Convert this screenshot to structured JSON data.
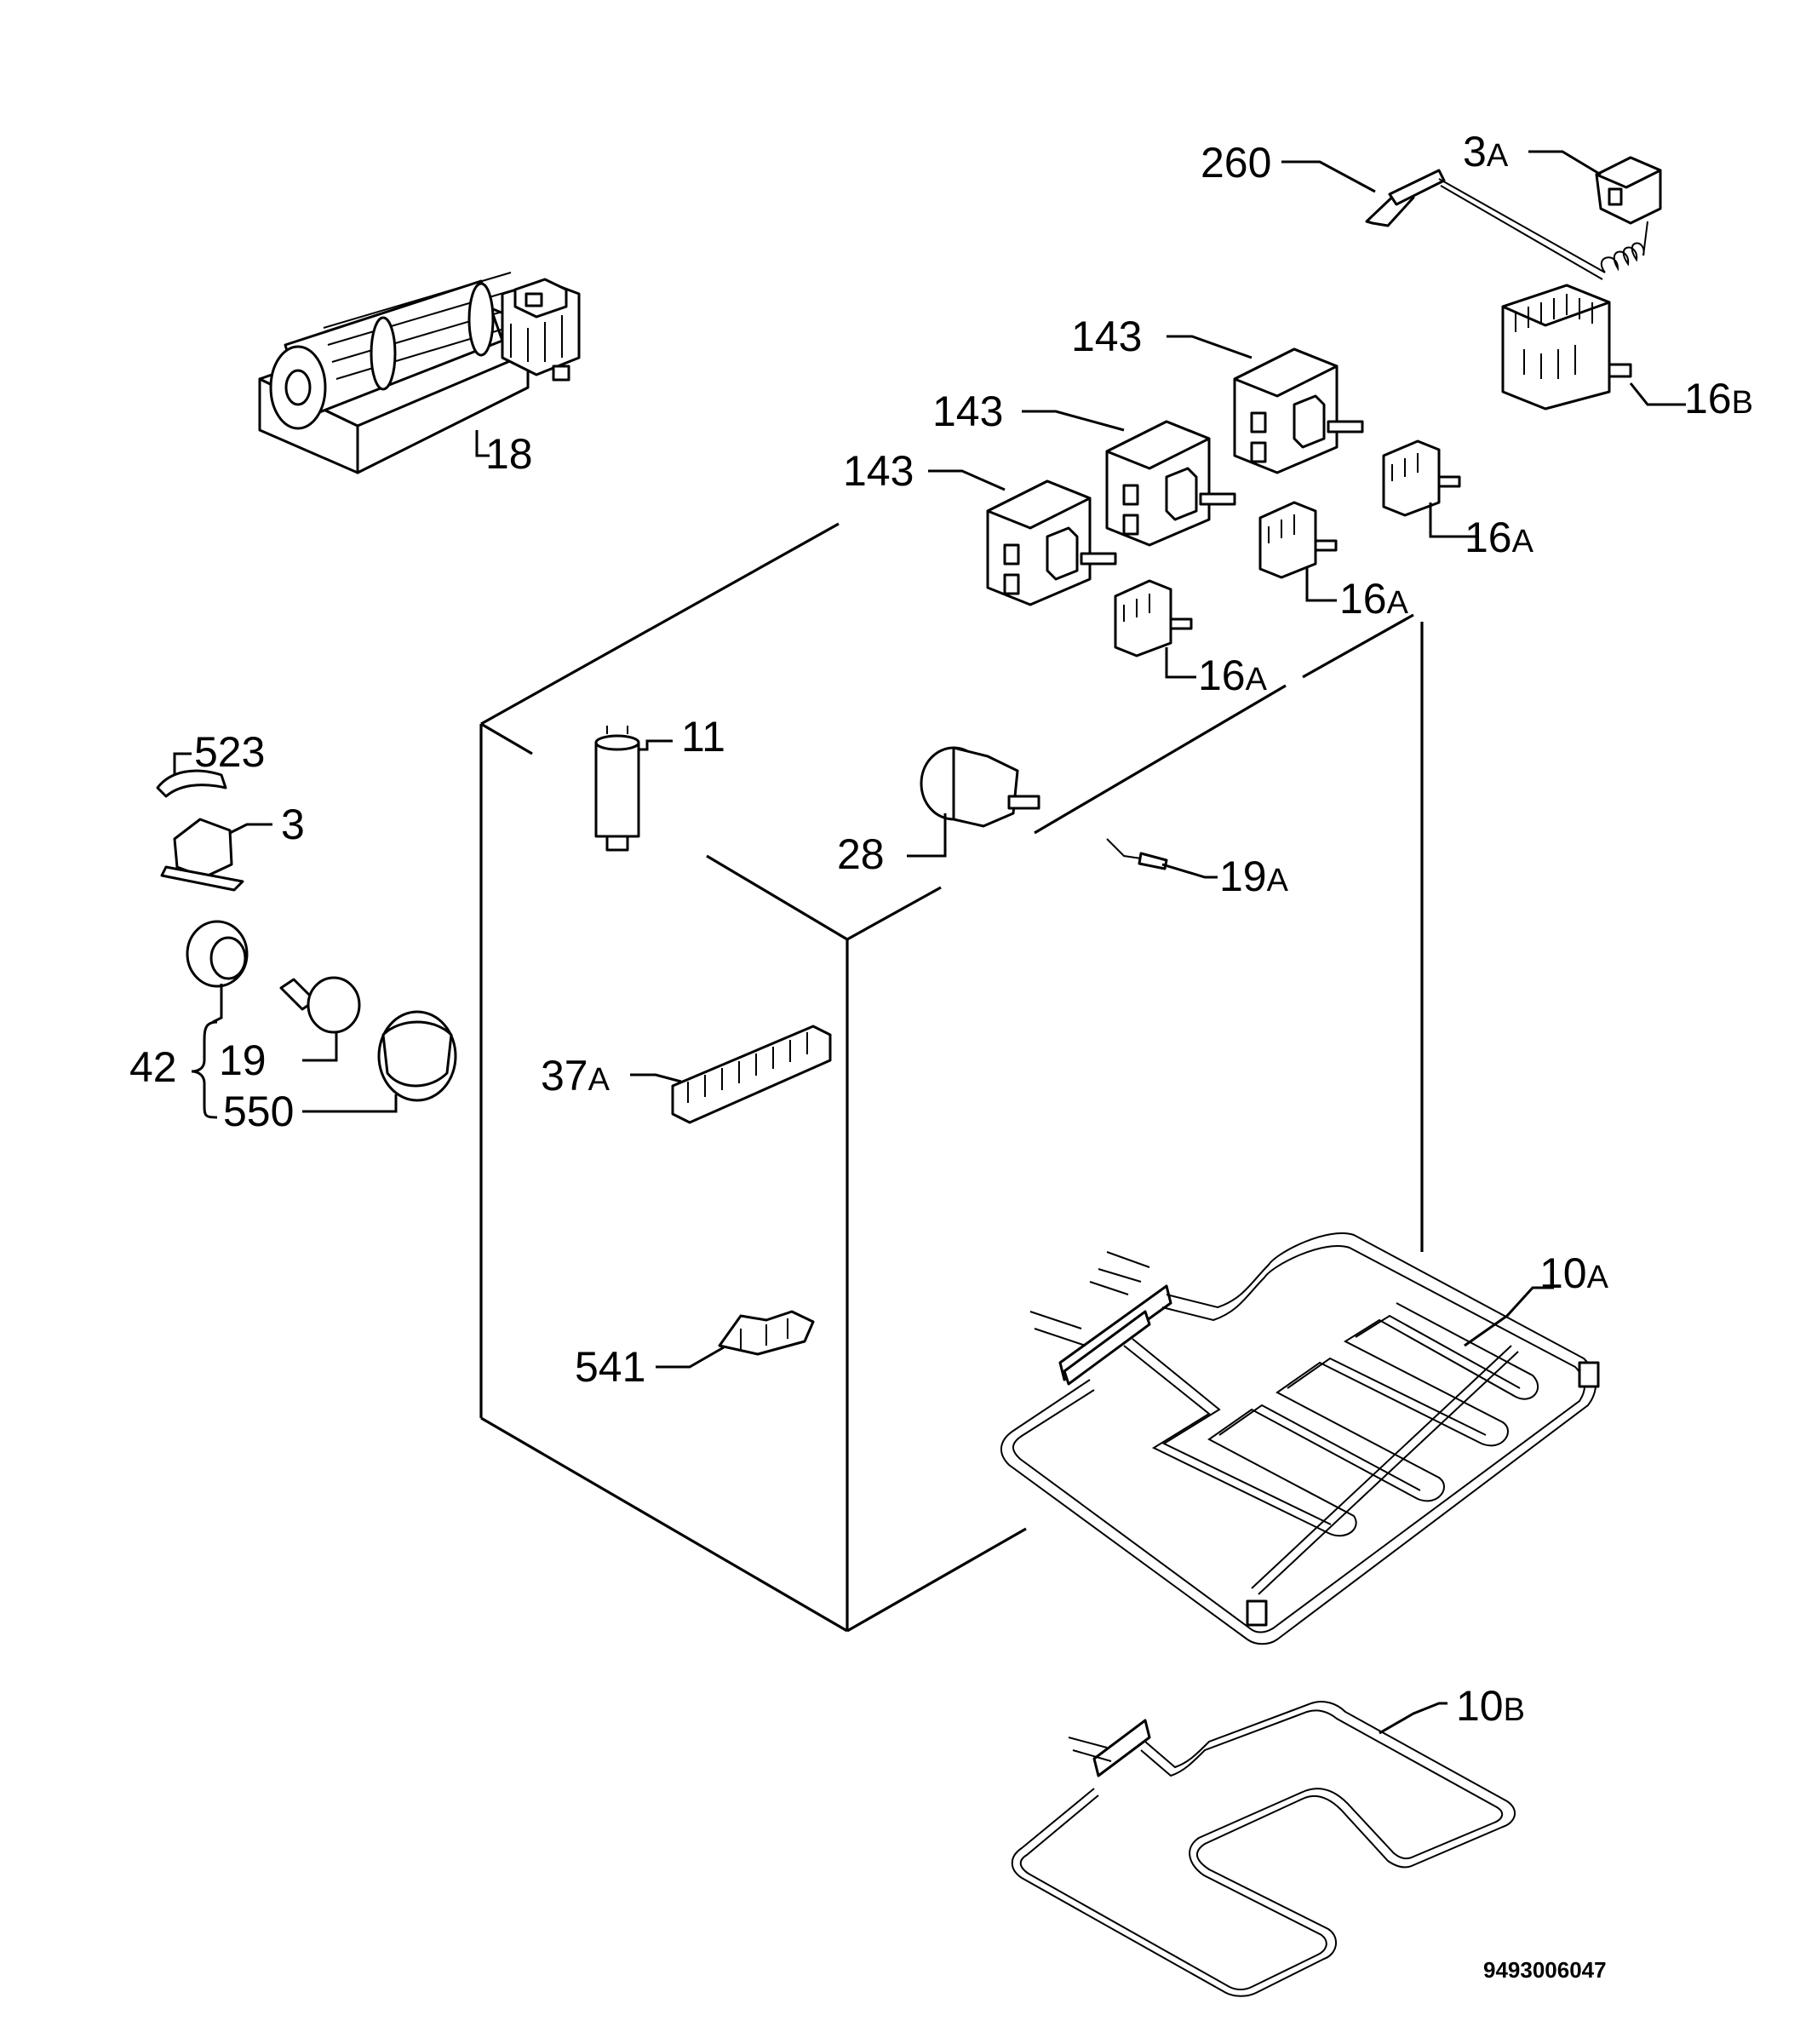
{
  "diagram": {
    "drawing_number": "9493006047",
    "labels": [
      {
        "id": "l-260",
        "number": "260",
        "suffix": ""
      },
      {
        "id": "l-3a",
        "number": "3",
        "suffix": "A"
      },
      {
        "id": "l-16b",
        "number": "16",
        "suffix": "B"
      },
      {
        "id": "l-143a",
        "number": "143",
        "suffix": ""
      },
      {
        "id": "l-143b",
        "number": "143",
        "suffix": ""
      },
      {
        "id": "l-143c",
        "number": "143",
        "suffix": ""
      },
      {
        "id": "l-16a1",
        "number": "16",
        "suffix": "A"
      },
      {
        "id": "l-16a2",
        "number": "16",
        "suffix": "A"
      },
      {
        "id": "l-16a3",
        "number": "16",
        "suffix": "A"
      },
      {
        "id": "l-18",
        "number": "18",
        "suffix": ""
      },
      {
        "id": "l-11",
        "number": "11",
        "suffix": ""
      },
      {
        "id": "l-28",
        "number": "28",
        "suffix": ""
      },
      {
        "id": "l-19a",
        "number": "19",
        "suffix": "A"
      },
      {
        "id": "l-523",
        "number": "523",
        "suffix": ""
      },
      {
        "id": "l-3",
        "number": "3",
        "suffix": ""
      },
      {
        "id": "l-42",
        "number": "42",
        "suffix": ""
      },
      {
        "id": "l-19",
        "number": "19",
        "suffix": ""
      },
      {
        "id": "l-550",
        "number": "550",
        "suffix": ""
      },
      {
        "id": "l-37a",
        "number": "37",
        "suffix": "A"
      },
      {
        "id": "l-541",
        "number": "541",
        "suffix": ""
      },
      {
        "id": "l-10a",
        "number": "10",
        "suffix": "A"
      },
      {
        "id": "l-10b",
        "number": "10",
        "suffix": "B"
      }
    ]
  }
}
